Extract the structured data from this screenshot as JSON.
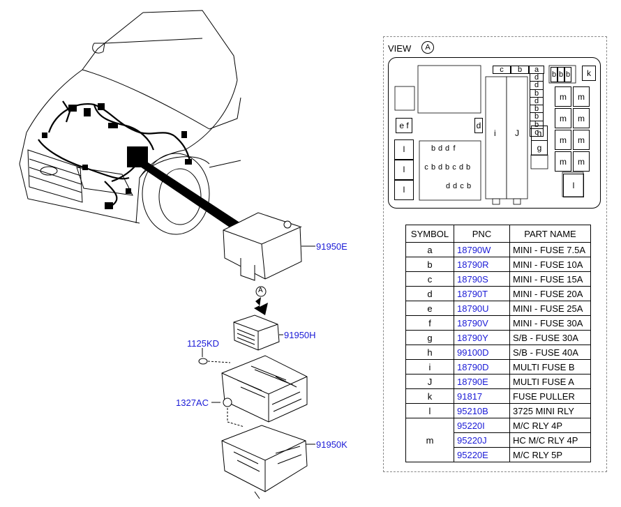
{
  "view": {
    "label": "VIEW",
    "circle": "A"
  },
  "callouts": {
    "cover": "91950E",
    "block": "91950H",
    "bolt": "1125KD",
    "nut": "1327AC",
    "bracket": "91950K",
    "arrow_tag": "A"
  },
  "fuse_box": {
    "top_strip": [
      "c",
      "b",
      "a"
    ],
    "stack": [
      "d",
      "d",
      "b",
      "d",
      "b",
      "b",
      "b",
      "c"
    ],
    "b_group": [
      "b",
      "b",
      "b"
    ],
    "k": "k",
    "m_cells": [
      "m",
      "m",
      "m",
      "m",
      "m",
      "m",
      "m",
      "m"
    ],
    "ef": "e f",
    "d_right": "d",
    "i": "i",
    "j": "J",
    "h": "h",
    "g": "g",
    "l_cells": [
      "l",
      "l",
      "l",
      "l"
    ],
    "grid_row1": [
      "b",
      "d",
      "d",
      "f"
    ],
    "grid_row2": [
      "c",
      "b",
      "d",
      "b",
      "c",
      "d",
      "b"
    ],
    "grid_row3": [
      "d",
      "d",
      "c",
      "b"
    ]
  },
  "table": {
    "headers": [
      "SYMBOL",
      "PNC",
      "PART NAME"
    ],
    "rows": [
      {
        "symbol": "a",
        "pnc": "18790W",
        "name": "MINI - FUSE 7.5A"
      },
      {
        "symbol": "b",
        "pnc": "18790R",
        "name": "MINI - FUSE 10A"
      },
      {
        "symbol": "c",
        "pnc": "18790S",
        "name": "MINI - FUSE 15A"
      },
      {
        "symbol": "d",
        "pnc": "18790T",
        "name": "MINI - FUSE 20A"
      },
      {
        "symbol": "e",
        "pnc": "18790U",
        "name": "MINI - FUSE 25A"
      },
      {
        "symbol": "f",
        "pnc": "18790V",
        "name": "MINI - FUSE 30A"
      },
      {
        "symbol": "g",
        "pnc": "18790Y",
        "name": "S/B - FUSE 30A"
      },
      {
        "symbol": "h",
        "pnc": "99100D",
        "name": "S/B - FUSE 40A"
      },
      {
        "symbol": "i",
        "pnc": "18790D",
        "name": "MULTI FUSE B"
      },
      {
        "symbol": "J",
        "pnc": "18790E",
        "name": "MULTI FUSE A"
      },
      {
        "symbol": "k",
        "pnc": "91817",
        "name": "FUSE PULLER"
      },
      {
        "symbol": "l",
        "pnc": "95210B",
        "name": "3725 MINI RLY"
      }
    ],
    "m_symbol": "m",
    "m_rows": [
      {
        "pnc": "95220I",
        "name": "M/C RLY 4P"
      },
      {
        "pnc": "95220J",
        "name": "HC M/C RLY 4P"
      },
      {
        "pnc": "95220E",
        "name": "M/C RLY 5P"
      }
    ]
  }
}
